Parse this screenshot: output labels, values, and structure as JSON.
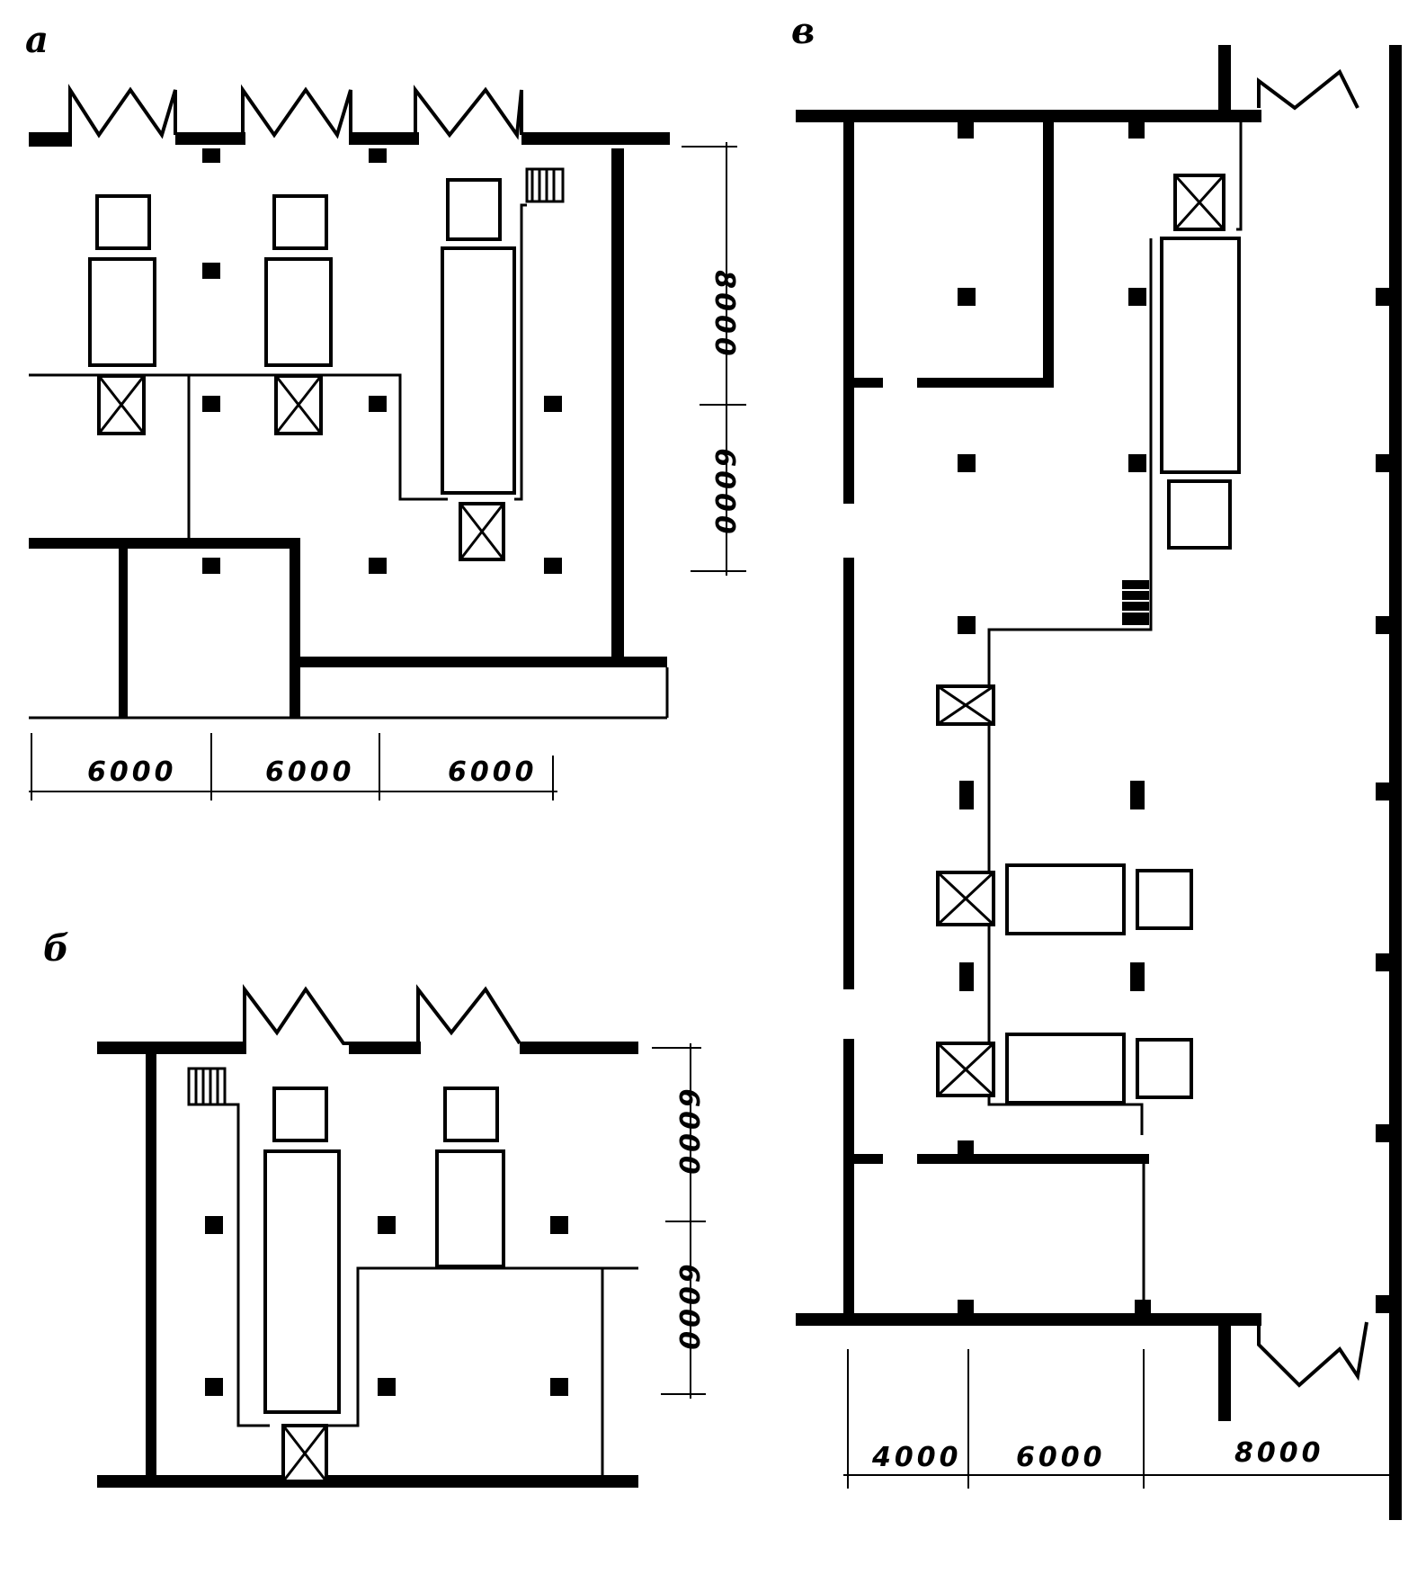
{
  "panels": {
    "a": {
      "label": "а",
      "dims_horizontal": [
        "6000",
        "6000",
        "6000"
      ],
      "dims_vertical": [
        "8000",
        "6000"
      ]
    },
    "b": {
      "label": "б",
      "dims_vertical": [
        "6000",
        "6000"
      ]
    },
    "c": {
      "label": "в",
      "dims_horizontal": [
        "4000",
        "6000",
        "8000"
      ]
    }
  }
}
